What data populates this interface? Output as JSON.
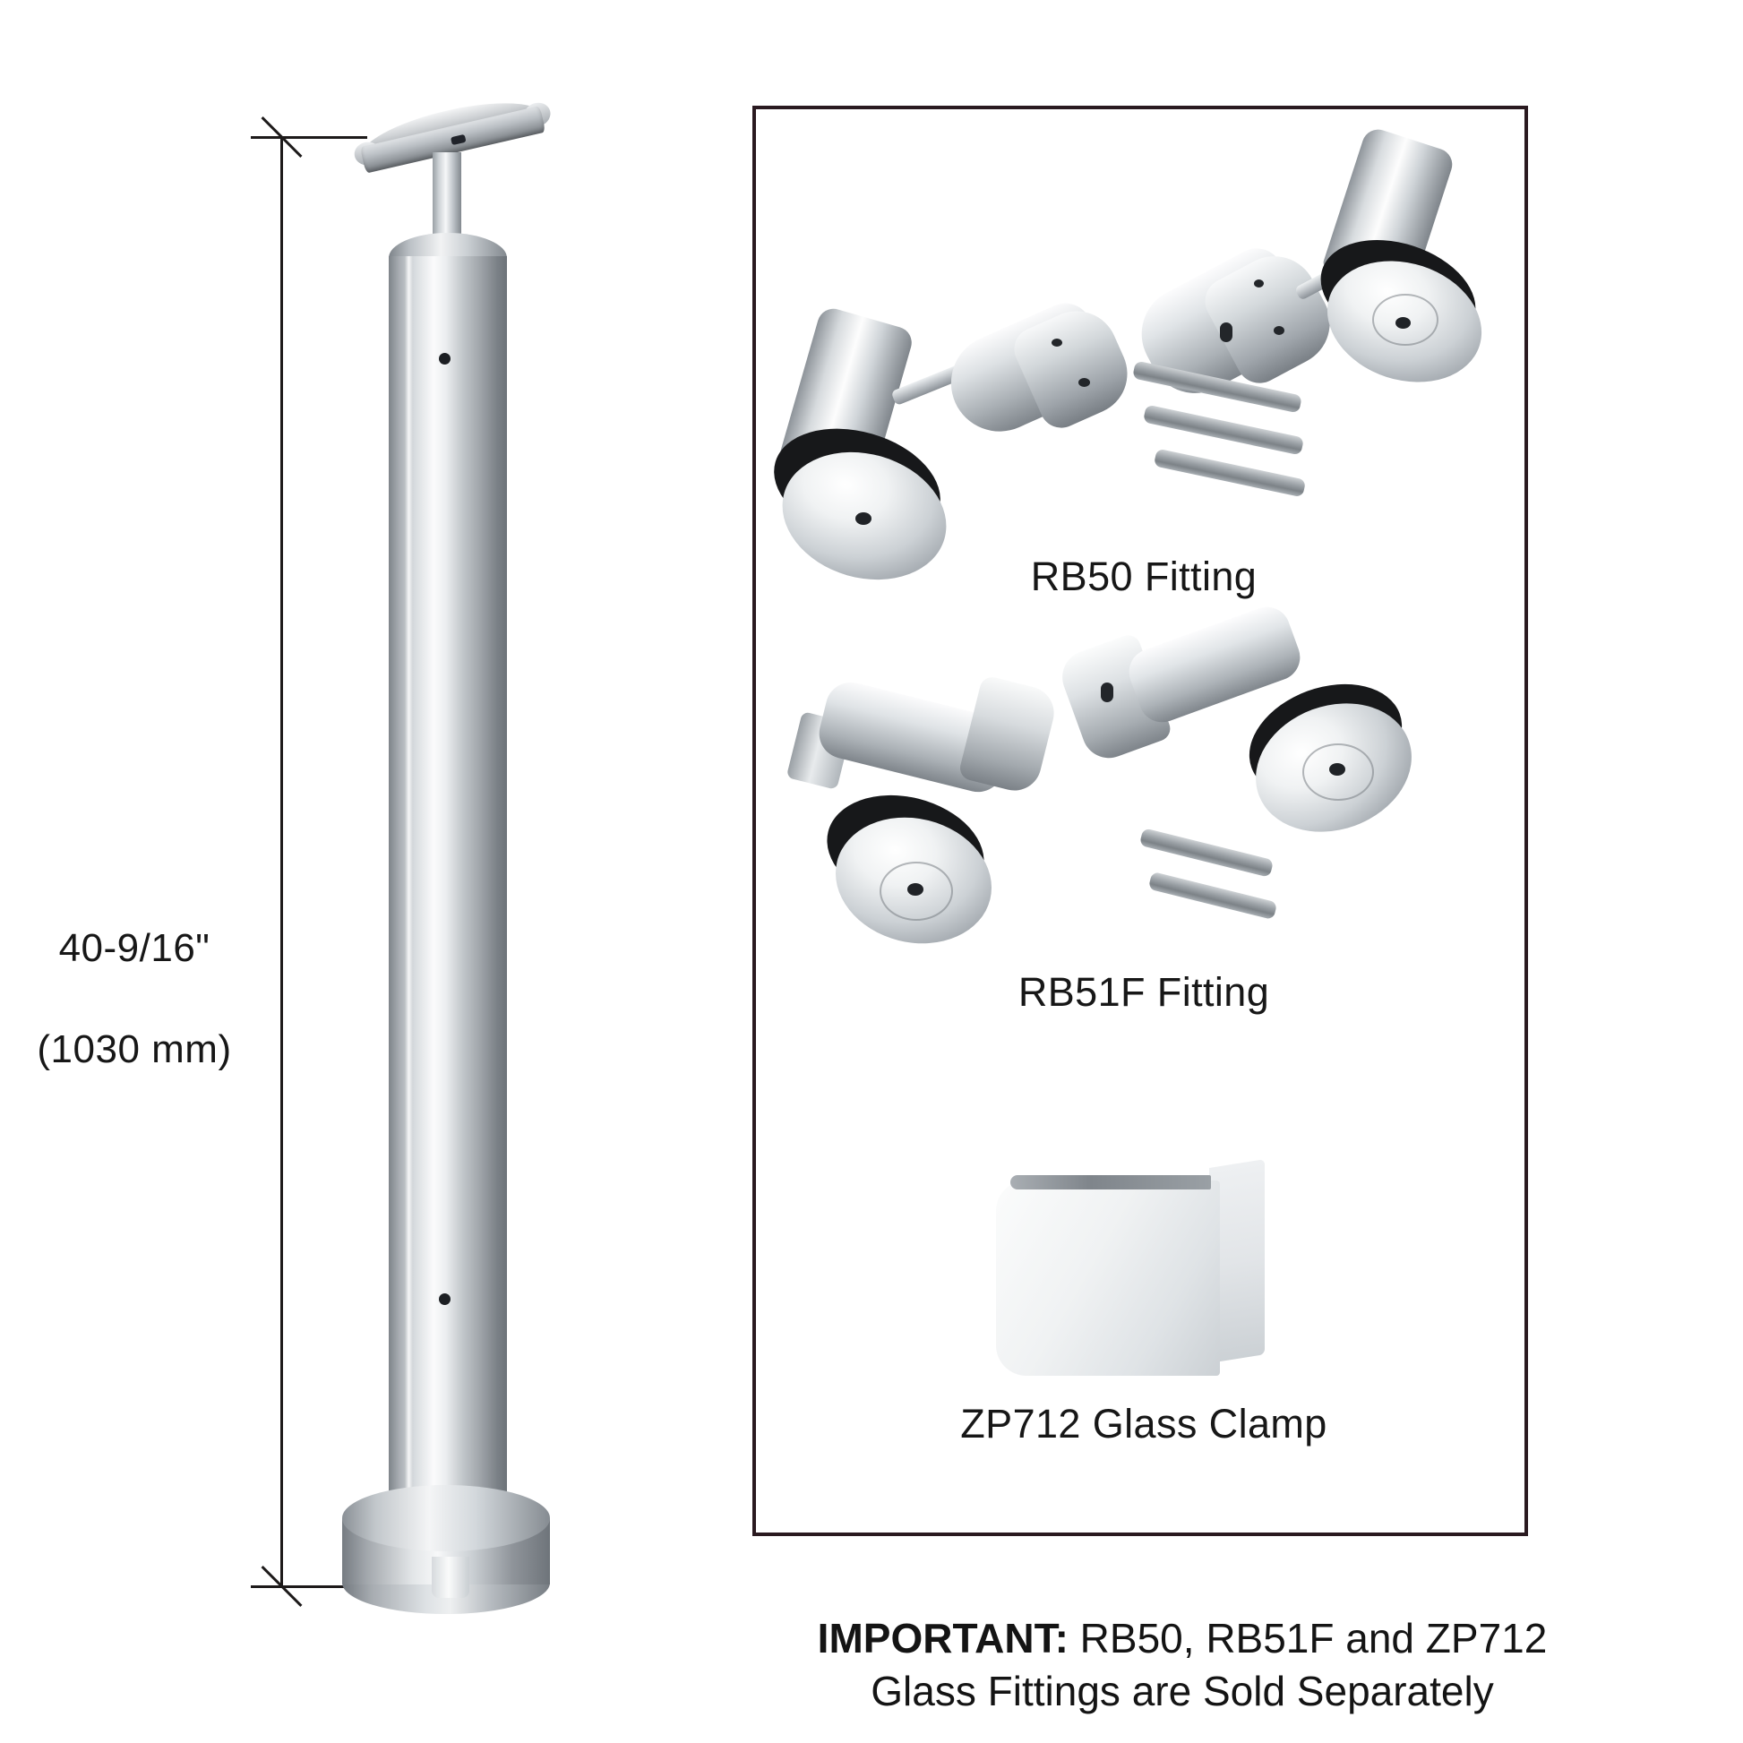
{
  "figure": {
    "dimension": {
      "imperial": "40-9/16\"",
      "metric": "(1030 mm)"
    },
    "post": {
      "name": "glass-railing-post",
      "parts": {
        "saddle": "handrail-saddle",
        "stem": "stem",
        "tube": "post-tube",
        "base": "base-flange"
      }
    }
  },
  "panel": {
    "groups": [
      {
        "id": "rb50",
        "caption": "RB50 Fitting",
        "hex_key_count": 3
      },
      {
        "id": "rb51f",
        "caption": "RB51F Fitting",
        "hex_key_count": 2
      },
      {
        "id": "zp712",
        "caption": "ZP712 Glass Clamp",
        "hex_key_count": 0
      }
    ]
  },
  "footer": {
    "label": "IMPORTANT:",
    "line1_rest": " RB50, RB51F and ZP712",
    "line2": "Glass Fittings are Sold Separately"
  },
  "colors": {
    "panel_border": "#2a1a20",
    "text": "#171717",
    "gasket": "#17181a",
    "chrome_light": "#fbfbfc",
    "chrome_dark": "#7d8389"
  }
}
